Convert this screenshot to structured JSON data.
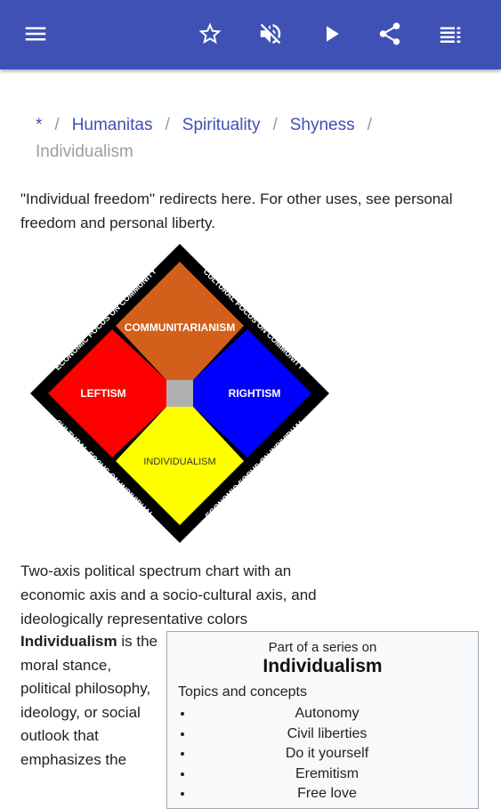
{
  "toolbar": {
    "icons": [
      "menu-icon",
      "star-icon",
      "volume-mute-icon",
      "play-icon",
      "share-icon",
      "playlist-icon"
    ],
    "bg_color": "#3f51b5"
  },
  "breadcrumb": {
    "items": [
      "*",
      "Humanitas",
      "Spirituality",
      "Shyness"
    ],
    "current": "Individualism",
    "separator": "/"
  },
  "lead_text": "\"Individual freedom\" redirects here. For other uses, see personal freedom and personal liberty.",
  "diagram": {
    "top_label": "COMMUNITARIANISM",
    "left_label": "LEFTISM",
    "right_label": "RIGHTISM",
    "bottom_label": "INDIVIDUALISM",
    "edge_top_left": "ECONOMIC FOCUS ON COMMUNITY",
    "edge_top_right": "CULTURAL FOCUS ON COMMUNITY",
    "edge_bottom_left": "CULTURAL FOCUS ON INDIVIDUAL",
    "edge_bottom_right": "ECONOMIC FOCUS ON INDIVIDUAL",
    "colors": {
      "top": "#d2601a",
      "left": "#ff0000",
      "right": "#0000ff",
      "bottom": "#ffff00",
      "center": "#b0b0b0",
      "border": "#000000"
    }
  },
  "caption": "Two-axis political spectrum chart with an economic axis and a socio-cultural axis, and ideologically representative colors",
  "intro": {
    "bold": "Individualism",
    "rest": " is the moral stance, political philosophy, ideology, or social outlook that emphasizes the"
  },
  "infobox": {
    "pretitle": "Part of a series on",
    "title": "Individualism",
    "section": "Topics and concepts",
    "items": [
      "Autonomy",
      "Civil liberties",
      "Do it yourself",
      "Eremitism",
      "Free love"
    ]
  }
}
